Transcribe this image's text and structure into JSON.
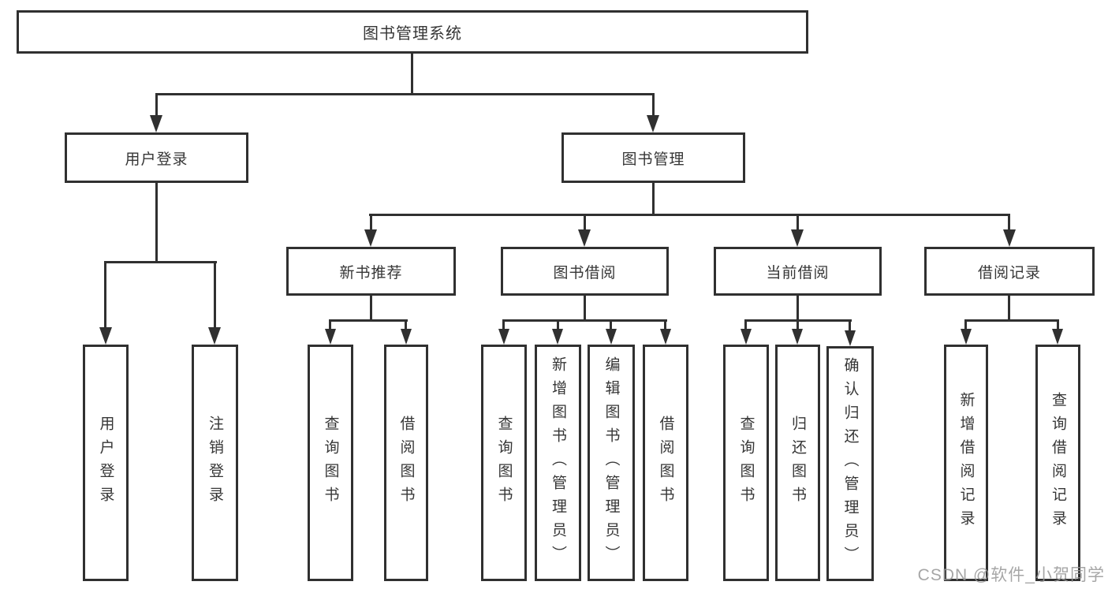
{
  "root": {
    "label": "图书管理系统"
  },
  "user_login": {
    "label": "用户登录",
    "children": [
      "用户登录",
      "注销登录"
    ]
  },
  "book_mgmt": {
    "label": "图书管理",
    "groups": [
      {
        "label": "新书推荐",
        "children": [
          "查询图书",
          "借阅图书"
        ]
      },
      {
        "label": "图书借阅",
        "children": [
          "查询图书",
          "新增图书（管理员）",
          "编辑图书（管理员）",
          "借阅图书"
        ]
      },
      {
        "label": "当前借阅",
        "children": [
          "查询图书",
          "归还图书",
          "确认归还（管理员）"
        ]
      },
      {
        "label": "借阅记录",
        "children": [
          "新增借阅记录",
          "查询借阅记录"
        ]
      }
    ]
  },
  "watermark": "CSDN @软件_小贺同学",
  "colors": {
    "line": "#303030",
    "text": "#363636",
    "background": "#ffffff",
    "watermark": "#969696"
  }
}
